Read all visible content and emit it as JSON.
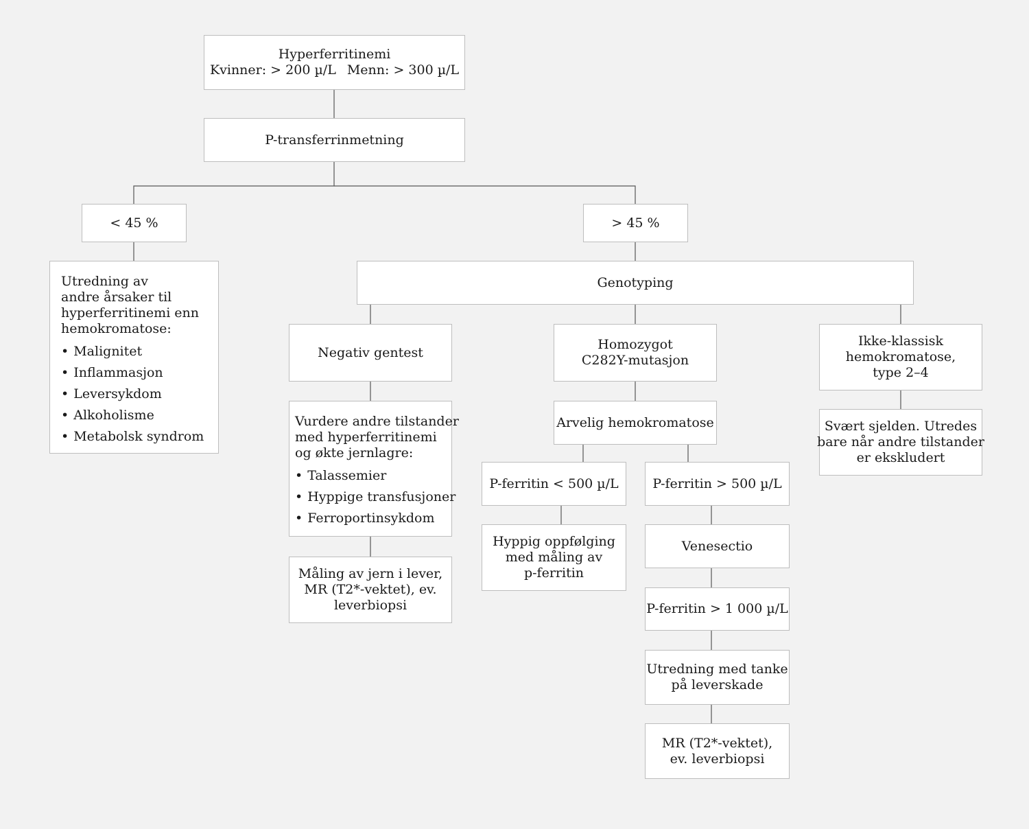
{
  "nodes": {
    "root": {
      "lines": [
        "Hyperferritinemi"
      ],
      "pair": [
        "Kvinner: > 200 µ/L",
        "Menn: > 300 µ/L"
      ]
    },
    "transferrin": {
      "lines": [
        "P-transferrinmetning"
      ]
    },
    "lt45": {
      "lines": [
        "< 45 %"
      ]
    },
    "gt45": {
      "lines": [
        "> 45 %"
      ]
    },
    "other_causes": {
      "lines": [
        "Utredning av",
        "andre årsaker til",
        "hyperferritinemi enn",
        "hemokromatose:"
      ],
      "items": [
        "Malignitet",
        "Inflammasjon",
        "Leversykdom",
        "Alkoholisme",
        "Metabolsk syndrom"
      ]
    },
    "genotyping": {
      "lines": [
        "Genotyping"
      ]
    },
    "negative": {
      "lines": [
        "Negativ gentest"
      ]
    },
    "homozygot": {
      "lines": [
        "Homozygot",
        "C282Y-mutasjon"
      ]
    },
    "nonclassic": {
      "lines": [
        "Ikke-klassisk",
        "hemokromatose,",
        "type 2–4"
      ]
    },
    "consider": {
      "lines": [
        "Vurdere andre tilstander",
        "med hyperferritinemi",
        "og økte jernlagre:"
      ],
      "items": [
        "Talassemier",
        "Hyppige transfusjoner",
        "Ferroportinsykdom"
      ]
    },
    "hereditary": {
      "lines": [
        "Arvelig hemokromatose"
      ]
    },
    "rare": {
      "lines": [
        "Svært sjelden. Utredes",
        "bare når andre tilstander",
        "er ekskludert"
      ]
    },
    "ferr_lt500": {
      "lines": [
        "P-ferritin < 500 µ/L"
      ]
    },
    "ferr_gt500": {
      "lines": [
        "P-ferritin > 500 µ/L"
      ]
    },
    "iron_liver": {
      "lines": [
        "Måling av jern i lever,",
        "MR (T2*-vektet), ev.",
        "leverbiopsi"
      ]
    },
    "followup": {
      "lines": [
        "Hyppig oppfølging",
        "med måling av",
        "p-ferritin"
      ]
    },
    "venesectio": {
      "lines": [
        "Venesectio"
      ]
    },
    "ferr_gt1000": {
      "lines": [
        "P-ferritin > 1 000 µ/L"
      ]
    },
    "liver_damage": {
      "lines": [
        "Utredning med tanke",
        "på leverskade"
      ]
    },
    "mr_final": {
      "lines": [
        "MR (T2*-vektet),",
        "ev. leverbiopsi"
      ]
    }
  }
}
